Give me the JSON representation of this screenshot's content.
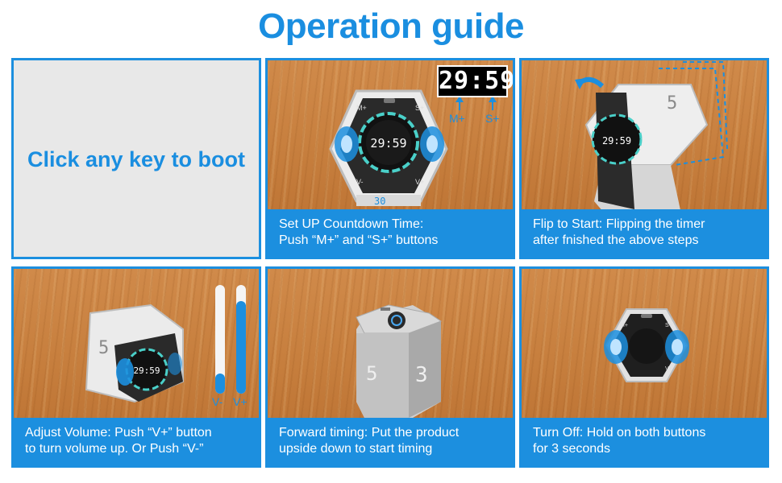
{
  "title": "Operation guide",
  "boot_text": "Click any key to boot",
  "panels": [
    {
      "lines": [
        "Set UP Countdown Time:",
        "Push “M+” and “S+” buttons"
      ],
      "display": "29:59",
      "labels": [
        "M+",
        "S+"
      ]
    },
    {
      "lines": [
        "Flip to Start: Flipping the timer",
        "after fnished the above steps"
      ]
    },
    {
      "lines": [
        "Adjust Volume: Push “V+” button",
        "to turn volume up. Or Push “V-”"
      ],
      "labels": [
        "V-",
        "V+"
      ]
    },
    {
      "lines": [
        "Forward timing: Put the product",
        "upside down to start timing"
      ]
    },
    {
      "lines": [
        "Turn Off: Hold on both buttons",
        "for 3 seconds"
      ]
    }
  ],
  "colors": {
    "accent": "#1c8fdf",
    "boot_bg": "#e8e8e8"
  }
}
